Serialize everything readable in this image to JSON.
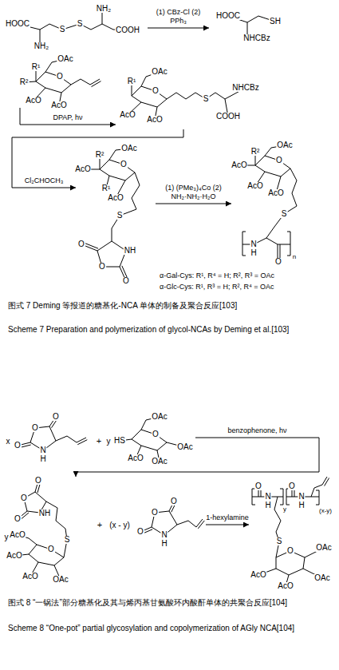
{
  "diagram": {
    "nodes": [
      {
        "text": [
          "HOOC",
          "S",
          "S",
          "NH₂",
          "NH₂",
          "COOH"
        ]
      },
      {
        "text": [
          "HOOC",
          "SH",
          "NHCBz"
        ]
      },
      {
        "text": [
          "R¹",
          "OAc",
          "R²",
          "O",
          "AcO",
          "AcO"
        ]
      },
      {
        "text": [
          "R¹",
          "OAc",
          "O",
          "AcO",
          "AcO",
          "S",
          "NHCBz",
          "COOH"
        ]
      },
      {
        "text": [
          "R²",
          "AcO",
          "R¹",
          "OAc",
          "O",
          "AcO",
          "S",
          "O",
          "NH",
          "O",
          "O"
        ]
      },
      {
        "text": [
          "R²",
          "AcO",
          "OAc",
          "O",
          "AcO",
          "AcO",
          "S",
          "N",
          "H",
          "O",
          "n"
        ]
      },
      {
        "text": [
          "O",
          "O",
          "O",
          "N",
          "H"
        ]
      },
      {
        "text": [
          "HS",
          "OAc",
          "O",
          "AcO",
          "OAc",
          "OAc"
        ]
      },
      {
        "text": [
          "O",
          "O",
          "NH",
          "O",
          "S",
          "AcO",
          "AcO",
          "O",
          "AcO",
          "OAc"
        ]
      },
      {
        "text": [
          "O",
          "O",
          "O",
          "N",
          "H"
        ]
      },
      {
        "text": [
          "O",
          "N",
          "H",
          "y",
          "O",
          "N",
          "H",
          "(x-y)",
          "S",
          "O",
          "OAc",
          "OAc",
          "AcO",
          "AcO"
        ]
      }
    ],
    "edges": [
      {
        "from": 0,
        "to": 1,
        "arrow": "to",
        "label": "(1) CBz-Cl (2) PPh₃"
      },
      {
        "from": 2,
        "to": 3,
        "arrow": "to",
        "label": "DPAP, hν"
      },
      {
        "from": 3,
        "to": 4,
        "arrow": "to",
        "label": "Cl₂CHOCH₃"
      },
      {
        "from": 4,
        "to": 5,
        "arrow": "to",
        "label": "(1) (PMe₃)₄Co (2) NH₂·NH₂·H₂O"
      },
      {
        "from": 7,
        "to": 8,
        "arrow": "to",
        "label": "benzophenone, hν"
      },
      {
        "from": 9,
        "to": 10,
        "arrow": "to",
        "label": "1-hexylamine"
      }
    ],
    "labels": [
      "α-Gal-Cys: R¹, R⁴ = H; R², R³ = OAc",
      "α-Glc-Cys: R¹, R³ = H; R², R⁴ = OAc",
      "图式 7 Deming 等报道的糖基化-NCA 单体的制备及聚合反应[103]",
      "Scheme 7 Preparation and polymerization of glycol-NCAs by Deming et al.[103]",
      "x",
      "+",
      "y",
      "y",
      "+",
      "(x - y)",
      "图式 8 “一锅法”部分糖基化及其与烯丙基甘氨酸环内酸酐单体的共聚合反应[104]",
      "Scheme 8 “One-pot” partial glycosylation and copolymerization of AGly NCA[104]"
    ]
  }
}
